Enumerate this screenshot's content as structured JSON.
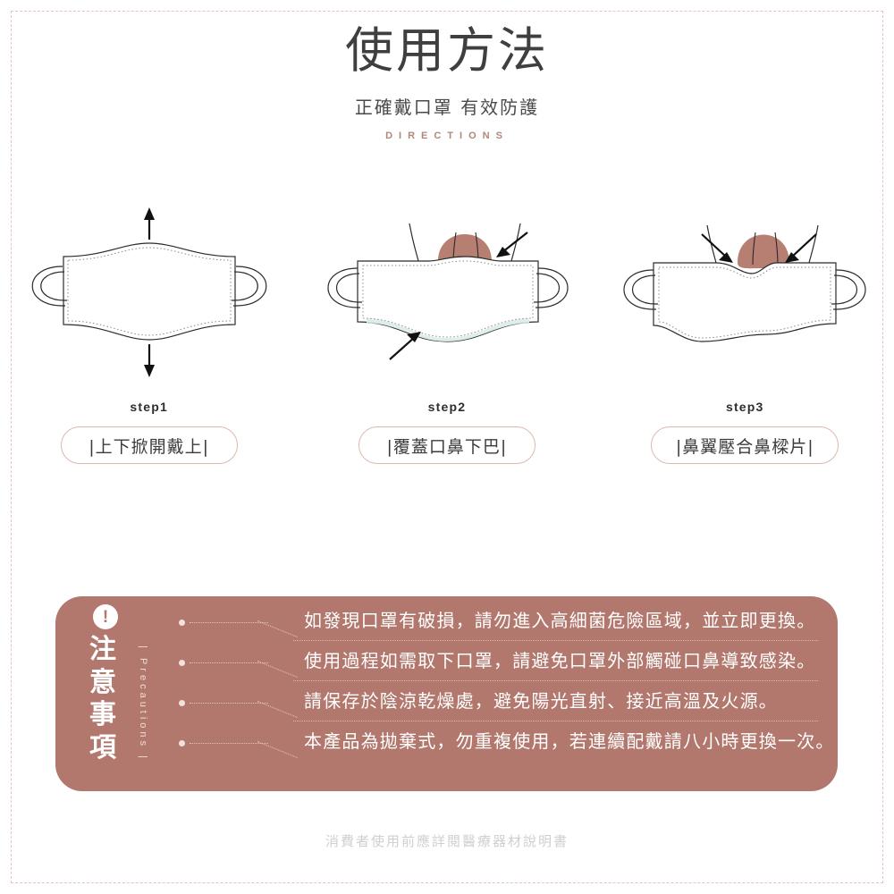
{
  "header": {
    "title": "使用方法",
    "subtitle": "正確戴口罩 有效防護",
    "directions": "DIRECTIONS"
  },
  "steps": [
    {
      "number": "step1",
      "label": "|上下掀開戴上|",
      "illustration": "mask-flat-with-up-down-arrows"
    },
    {
      "number": "step2",
      "label": "|覆蓋口鼻下巴|",
      "illustration": "mask-over-nose-and-chin-with-arrows"
    },
    {
      "number": "step3",
      "label": "|鼻翼壓合鼻樑片|",
      "illustration": "mask-press-nose-bridge-with-arrows"
    }
  ],
  "precautions": {
    "icon": "exclamation-circle-icon",
    "heading": "注意事項",
    "vertical_label": "| Precautions |",
    "items": [
      "如發現口罩有破損，請勿進入高細菌危險區域，並立即更換。",
      "使用過程如需取下口罩，請避免口罩外部觸碰口鼻導致感染。",
      "請保存於陰涼乾燥處，避免陽光直射、接近高溫及火源。",
      "本產品為拋棄式，勿重複使用，若連續配戴請八小時更換一次。"
    ]
  },
  "footer": {
    "note": "消費者使用前應詳閱醫療器材說明書"
  },
  "colors": {
    "panel_bg": "#b2786e",
    "accent_rose": "#b08878",
    "border_dashed": "#e3c4bd",
    "pill_border": "#dcb9b0",
    "nose_fill": "#b77f72",
    "title_text": "#3f3f3f",
    "footer_text": "#cfcfcf"
  }
}
